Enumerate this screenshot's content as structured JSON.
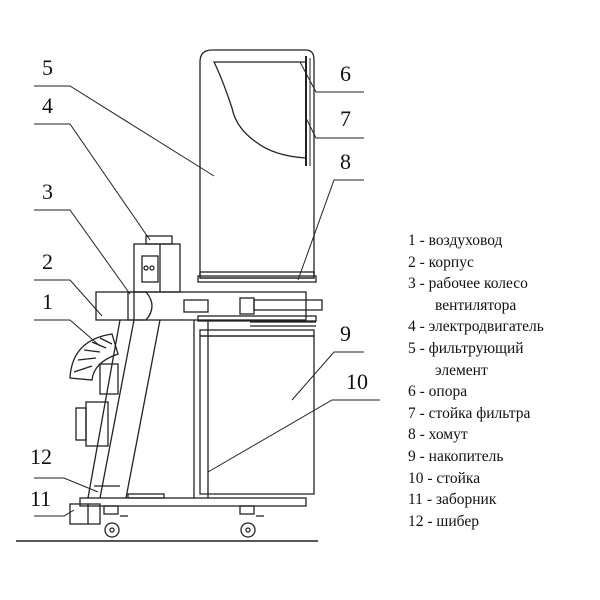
{
  "callouts": [
    "1",
    "2",
    "3",
    "4",
    "5",
    "6",
    "7",
    "8",
    "9",
    "10",
    "11",
    "12"
  ],
  "legend": [
    {
      "num": "1",
      "text": "воздуховод"
    },
    {
      "num": "2",
      "text": "корпус"
    },
    {
      "num": "3",
      "text": "рабочее колесо",
      "cont": "вентилятора"
    },
    {
      "num": "4",
      "text": "электродвигатель"
    },
    {
      "num": "5",
      "text": "фильтрующий",
      "cont": "элемент"
    },
    {
      "num": "6",
      "text": "опора"
    },
    {
      "num": "7",
      "text": "стойка фильтра"
    },
    {
      "num": "8",
      "text": "хомут"
    },
    {
      "num": "9",
      "text": "накопитель"
    },
    {
      "num": "10",
      "text": "стойка"
    },
    {
      "num": "11",
      "text": "заборник"
    },
    {
      "num": "12",
      "text": "шибер"
    }
  ]
}
